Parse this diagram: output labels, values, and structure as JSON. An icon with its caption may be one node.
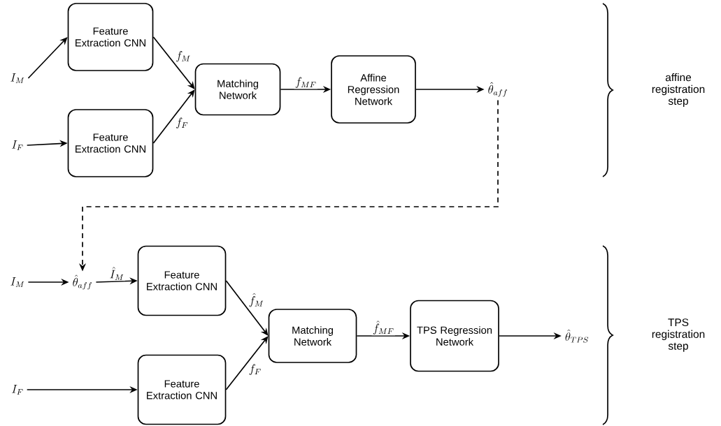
{
  "diagram": {
    "nodes": [
      {
        "text": [
          "I_M"
        ]
      },
      {
        "text": [
          "Feature Extraction CNN"
        ]
      },
      {
        "text": [
          "I_F"
        ]
      },
      {
        "text": [
          "Feature Extraction CNN"
        ]
      },
      {
        "text": [
          "Matching Network"
        ]
      },
      {
        "text": [
          "Affine Regression Network"
        ]
      },
      {
        "text": [
          "\\hat{\\theta}_{aff}"
        ]
      },
      {
        "text": [
          "I_M"
        ]
      },
      {
        "text": [
          "\\hat{\\theta}_{aff}"
        ]
      },
      {
        "text": [
          "Feature Extraction CNN"
        ]
      },
      {
        "text": [
          "Feature Extraction CNN"
        ]
      },
      {
        "text": [
          "Matching Network"
        ]
      },
      {
        "text": [
          "TPS Regression Network"
        ]
      },
      {
        "text": [
          "\\hat{\\theta}_{TPS}"
        ]
      },
      {
        "text": [
          "I_F"
        ]
      }
    ],
    "edges": [
      {
        "from": 0,
        "to": 1,
        "arrow": "to"
      },
      {
        "from": 2,
        "to": 3,
        "arrow": "to"
      },
      {
        "from": 1,
        "to": 4,
        "arrow": "to",
        "label": "f_M"
      },
      {
        "from": 3,
        "to": 4,
        "arrow": "to",
        "label": "f_F"
      },
      {
        "from": 4,
        "to": 5,
        "arrow": "to",
        "label": "f_{MF}"
      },
      {
        "from": 5,
        "to": 6,
        "arrow": "to"
      },
      {
        "from": 6,
        "to": 8,
        "arrow": "to",
        "style": "dashed"
      },
      {
        "from": 7,
        "to": 8,
        "arrow": "to"
      },
      {
        "from": 8,
        "to": 9,
        "arrow": "to",
        "label": "\\hat{I}_M"
      },
      {
        "from": 9,
        "to": 11,
        "arrow": "to",
        "label": "\\hat{f}_M"
      },
      {
        "from": 10,
        "to": 11,
        "arrow": "to",
        "label": "f_F"
      },
      {
        "from": 11,
        "to": 12,
        "arrow": "to",
        "label": "\\hat{f}_{MF}"
      },
      {
        "from": 12,
        "to": 13,
        "arrow": "to"
      },
      {
        "from": 14,
        "to": 10,
        "arrow": "to"
      }
    ],
    "labels": [
      "affine registration step",
      "TPS registration step"
    ]
  }
}
